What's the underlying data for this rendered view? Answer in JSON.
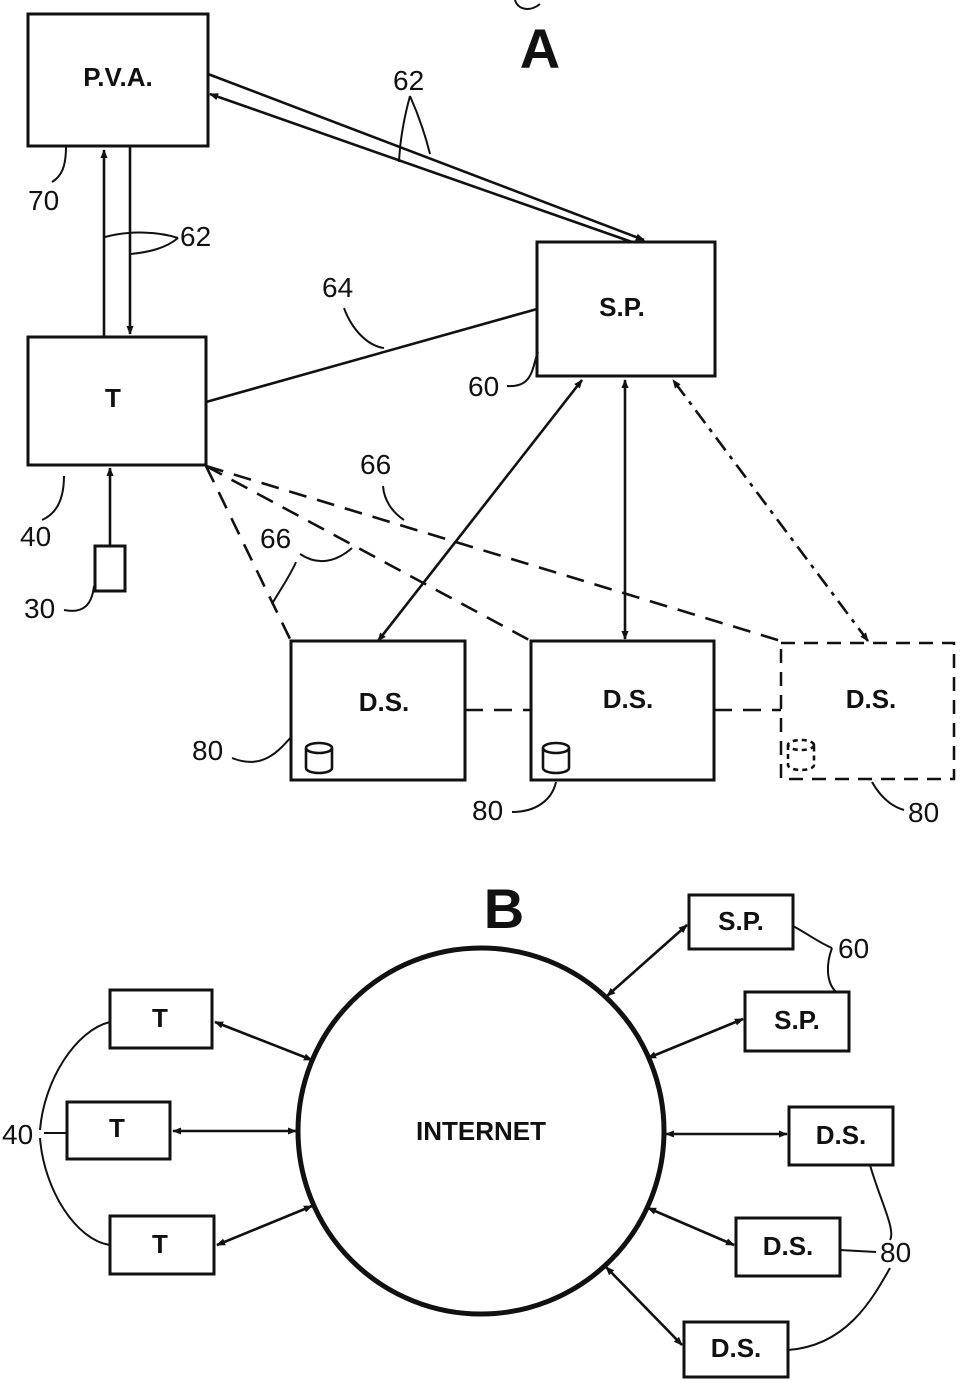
{
  "panel_a": {
    "label": "A",
    "nodes": {
      "pva": "P.V.A.",
      "t": "T",
      "sp": "S.P.",
      "ds1": "D.S.",
      "ds2": "D.S.",
      "ds3": "D.S."
    },
    "refs": {
      "pva": "70",
      "link62_top": "62",
      "link62_left": "62",
      "link64": "64",
      "sp": "60",
      "t": "40",
      "card": "30",
      "link66_a": "66",
      "link66_b": "66",
      "ds1": "80",
      "ds2": "80",
      "ds3": "80"
    }
  },
  "panel_b": {
    "label": "B",
    "hub": "INTERNET",
    "terminals": [
      "T",
      "T",
      "T"
    ],
    "service_providers": [
      "S.P.",
      "S.P."
    ],
    "data_servers": [
      "D.S.",
      "D.S.",
      "D.S."
    ],
    "refs": {
      "terminals": "40",
      "service_providers": "60",
      "data_servers": "80"
    }
  }
}
